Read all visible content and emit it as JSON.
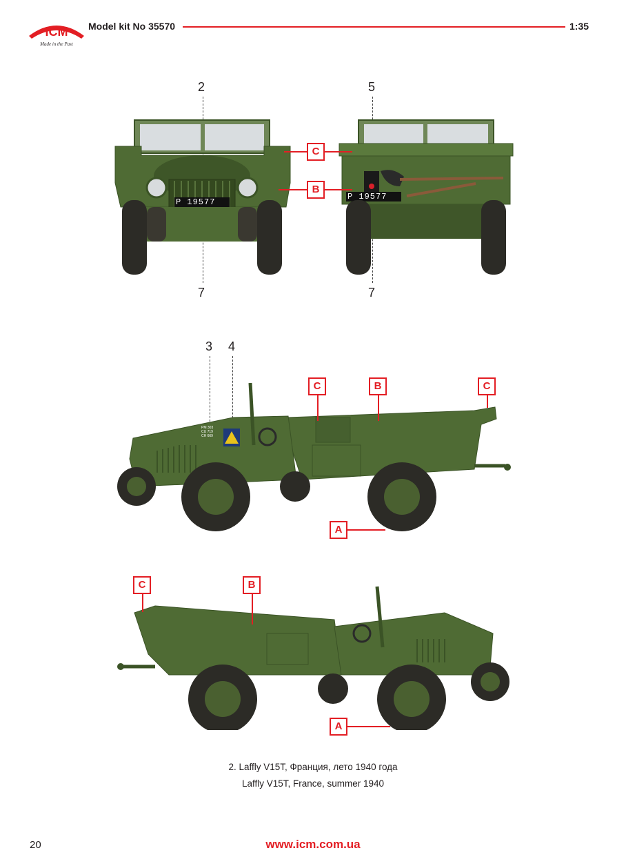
{
  "header": {
    "logo_text": "ICM",
    "logo_tagline": "Made in the Past",
    "title": "Model kit No 35570",
    "scale": "1:35"
  },
  "front_view": {
    "top_callout": "2",
    "bottom_callout": "7"
  },
  "rear_view": {
    "top_callout": "5",
    "bottom_callout": "7",
    "plate_text": "P 19577"
  },
  "front_plate_text": "P 19577",
  "side_left": {
    "callout_3": "3",
    "callout_4": "4",
    "markings": [
      "PM 303",
      "CU 719",
      "CH 669"
    ]
  },
  "color_labels": {
    "a": "A",
    "b": "B",
    "c": "C"
  },
  "colors": {
    "vehicle": "#4f6b34",
    "vehicle_dark": "#3b5326",
    "tire": "#2c2b26",
    "accent": "#e31e24"
  },
  "caption": {
    "line1": "2. Laffly V15T, Франция, лето 1940 года",
    "line2": "Laffly V15T, France, summer 1940"
  },
  "footer": {
    "page_number": "20",
    "website": "www.icm.com.ua"
  }
}
